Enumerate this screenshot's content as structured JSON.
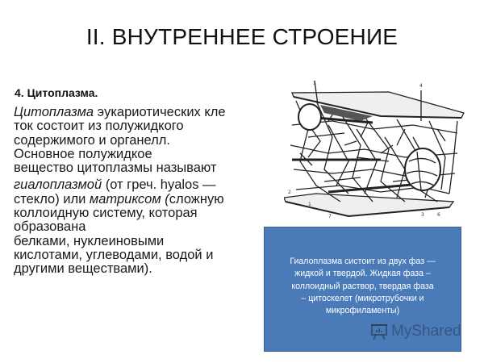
{
  "slide": {
    "title": "II. ВНУТРЕННЕЕ СТРОЕНИЕ",
    "section_heading": "4. Цитоплазма.",
    "paragraph": {
      "lines": [
        {
          "italic": "Цитоплазма",
          "normal": " эукариотических кле"
        },
        {
          "normal": "ток состоит из полужидкого"
        },
        {
          "normal": "содержимого и органелл."
        },
        {
          "normal": "Основное полужидкое"
        },
        {
          "normal": "вещество цитоплазмы называют"
        },
        {
          "italic": "гиалоплазмой",
          "normal": " (от греч. hyalos —"
        },
        {
          "normal_pre": "стекло) или ",
          "italic": "матриксом (",
          "normal": "сложную"
        },
        {
          "normal": "коллоидную систему, которая"
        },
        {
          "normal": "образована"
        },
        {
          "normal": "белками, нуклеиновыми"
        },
        {
          "normal": "кислотами, углеводами, водой и"
        },
        {
          "normal": "другими веществами)."
        }
      ]
    },
    "diagram": {
      "description": "Схема строения цитоплазмы: микротрабекулярная сеть между мембранами",
      "labels": [
        "1",
        "2",
        "3",
        "4",
        "5",
        "6"
      ]
    },
    "info_box": {
      "lines": [
        "Гиалоплазма систоит из двух фаз —",
        "жидкой и твердой.  Жидкая фаза –",
        "коллоидный раствор, твердая фаза",
        "– цитоскелет (микротрубочки и",
        "микрофиламенты)"
      ],
      "background_color": "#4a7ab8",
      "text_color": "#ffffff"
    },
    "watermark": {
      "icon": "presentation-board-icon",
      "text": "MyShared"
    }
  }
}
